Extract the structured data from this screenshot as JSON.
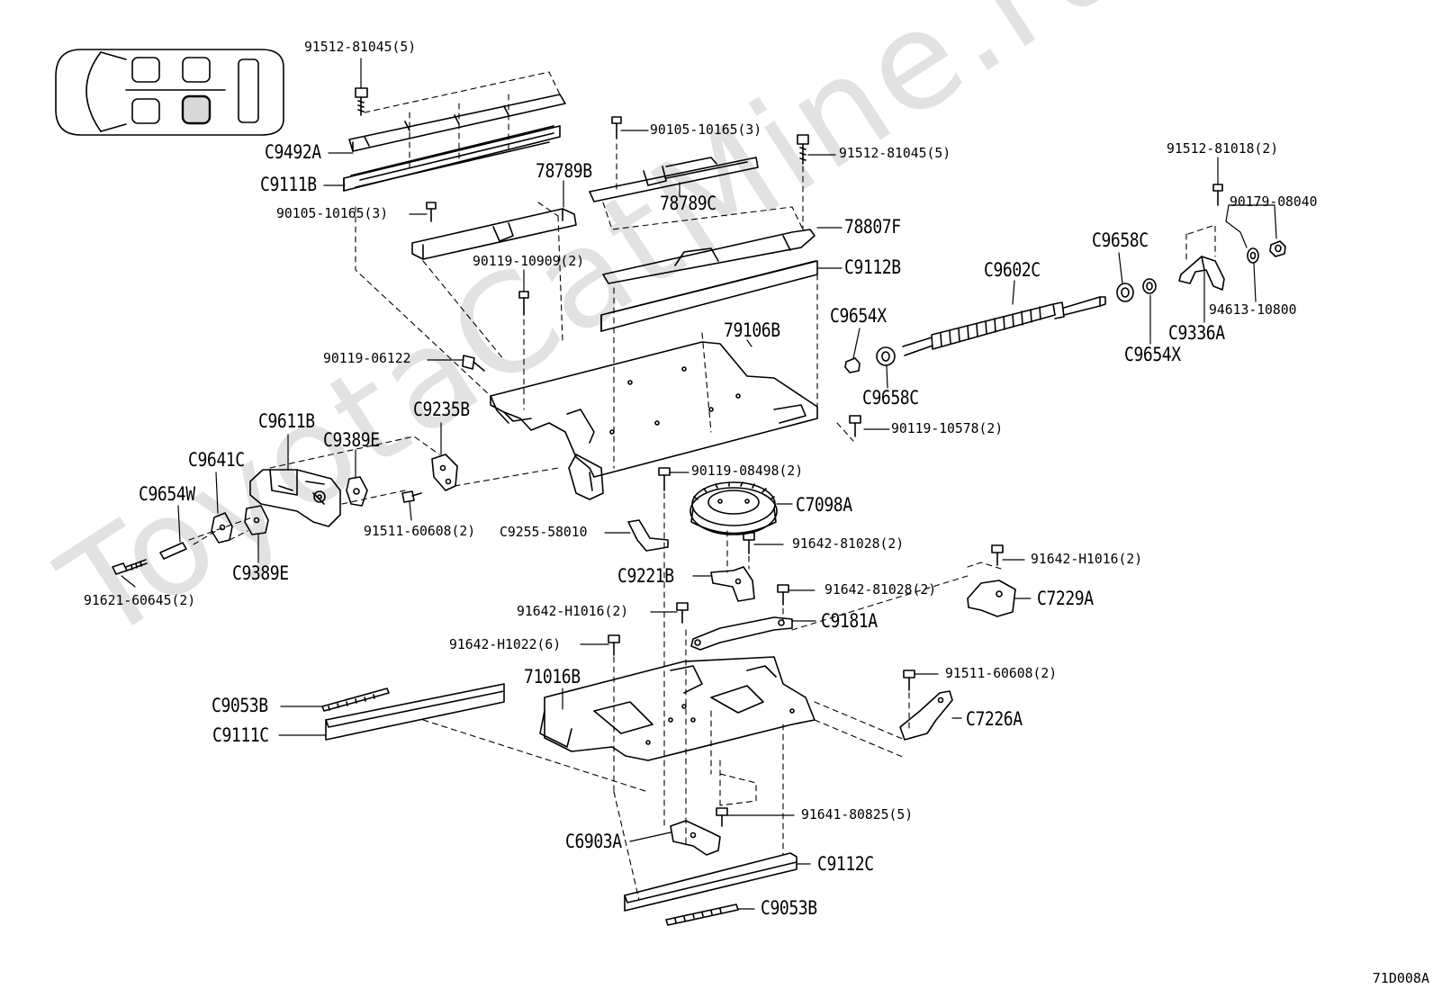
{
  "watermark": "ToyotaCatMine.ru",
  "diagram_code": "71D008A",
  "labels": {
    "l_91512_81045_top": "91512-81045(5)",
    "l_C9492A": "C9492A",
    "l_C9111B": "C9111B",
    "l_90105_10165_left": "90105-10165(3)",
    "l_90105_10165_top": "90105-10165(3)",
    "l_78789B": "78789B",
    "l_78789C": "78789C",
    "l_91512_81045_mid": "91512-81045(5)",
    "l_91512_81018": "91512-81018(2)",
    "l_90179_08040": "90179-08040",
    "l_78807F": "78807F",
    "l_C9112B": "C9112B",
    "l_90119_10909": "90119-10909(2)",
    "l_C9658C_top": "C9658C",
    "l_C9602C": "C9602C",
    "l_C9654X_left": "C9654X",
    "l_79106B": "79106B",
    "l_94613_10800": "94613-10800",
    "l_C9336A": "C9336A",
    "l_C9654X_right": "C9654X",
    "l_90119_06122": "90119-06122",
    "l_C9658C_bot": "C9658C",
    "l_90119_10578": "90119-10578(2)",
    "l_C9611B": "C9611B",
    "l_C9235B": "C9235B",
    "l_C9389E_top": "C9389E",
    "l_C9641C": "C9641C",
    "l_90119_08498": "90119-08498(2)",
    "l_C7098A": "C7098A",
    "l_C9654W": "C9654W",
    "l_C9255_58010": "C9255-58010",
    "l_91511_60608_left": "91511-60608(2)",
    "l_91642_81028_top": "91642-81028(2)",
    "l_C9389E_bot": "C9389E",
    "l_91642_H1016_right": "91642-H1016(2)",
    "l_C9221B": "C9221B",
    "l_91642_81028_mid": "91642-81028(2)",
    "l_C7229A": "C7229A",
    "l_91621_60645": "91621-60645(2)",
    "l_91642_H1016_left": "91642-H1016(2)",
    "l_C9181A": "C9181A",
    "l_91642_H1022": "91642-H1022(6)",
    "l_91511_60608_right": "91511-60608(2)",
    "l_71016B": "71016B",
    "l_C9053B_top": "C9053B",
    "l_C7226A": "C7226A",
    "l_C9111C": "C9111C",
    "l_91641_80825": "91641-80825(5)",
    "l_C6903A": "C6903A",
    "l_C9112C": "C9112C",
    "l_C9053B_bot": "C9053B"
  }
}
